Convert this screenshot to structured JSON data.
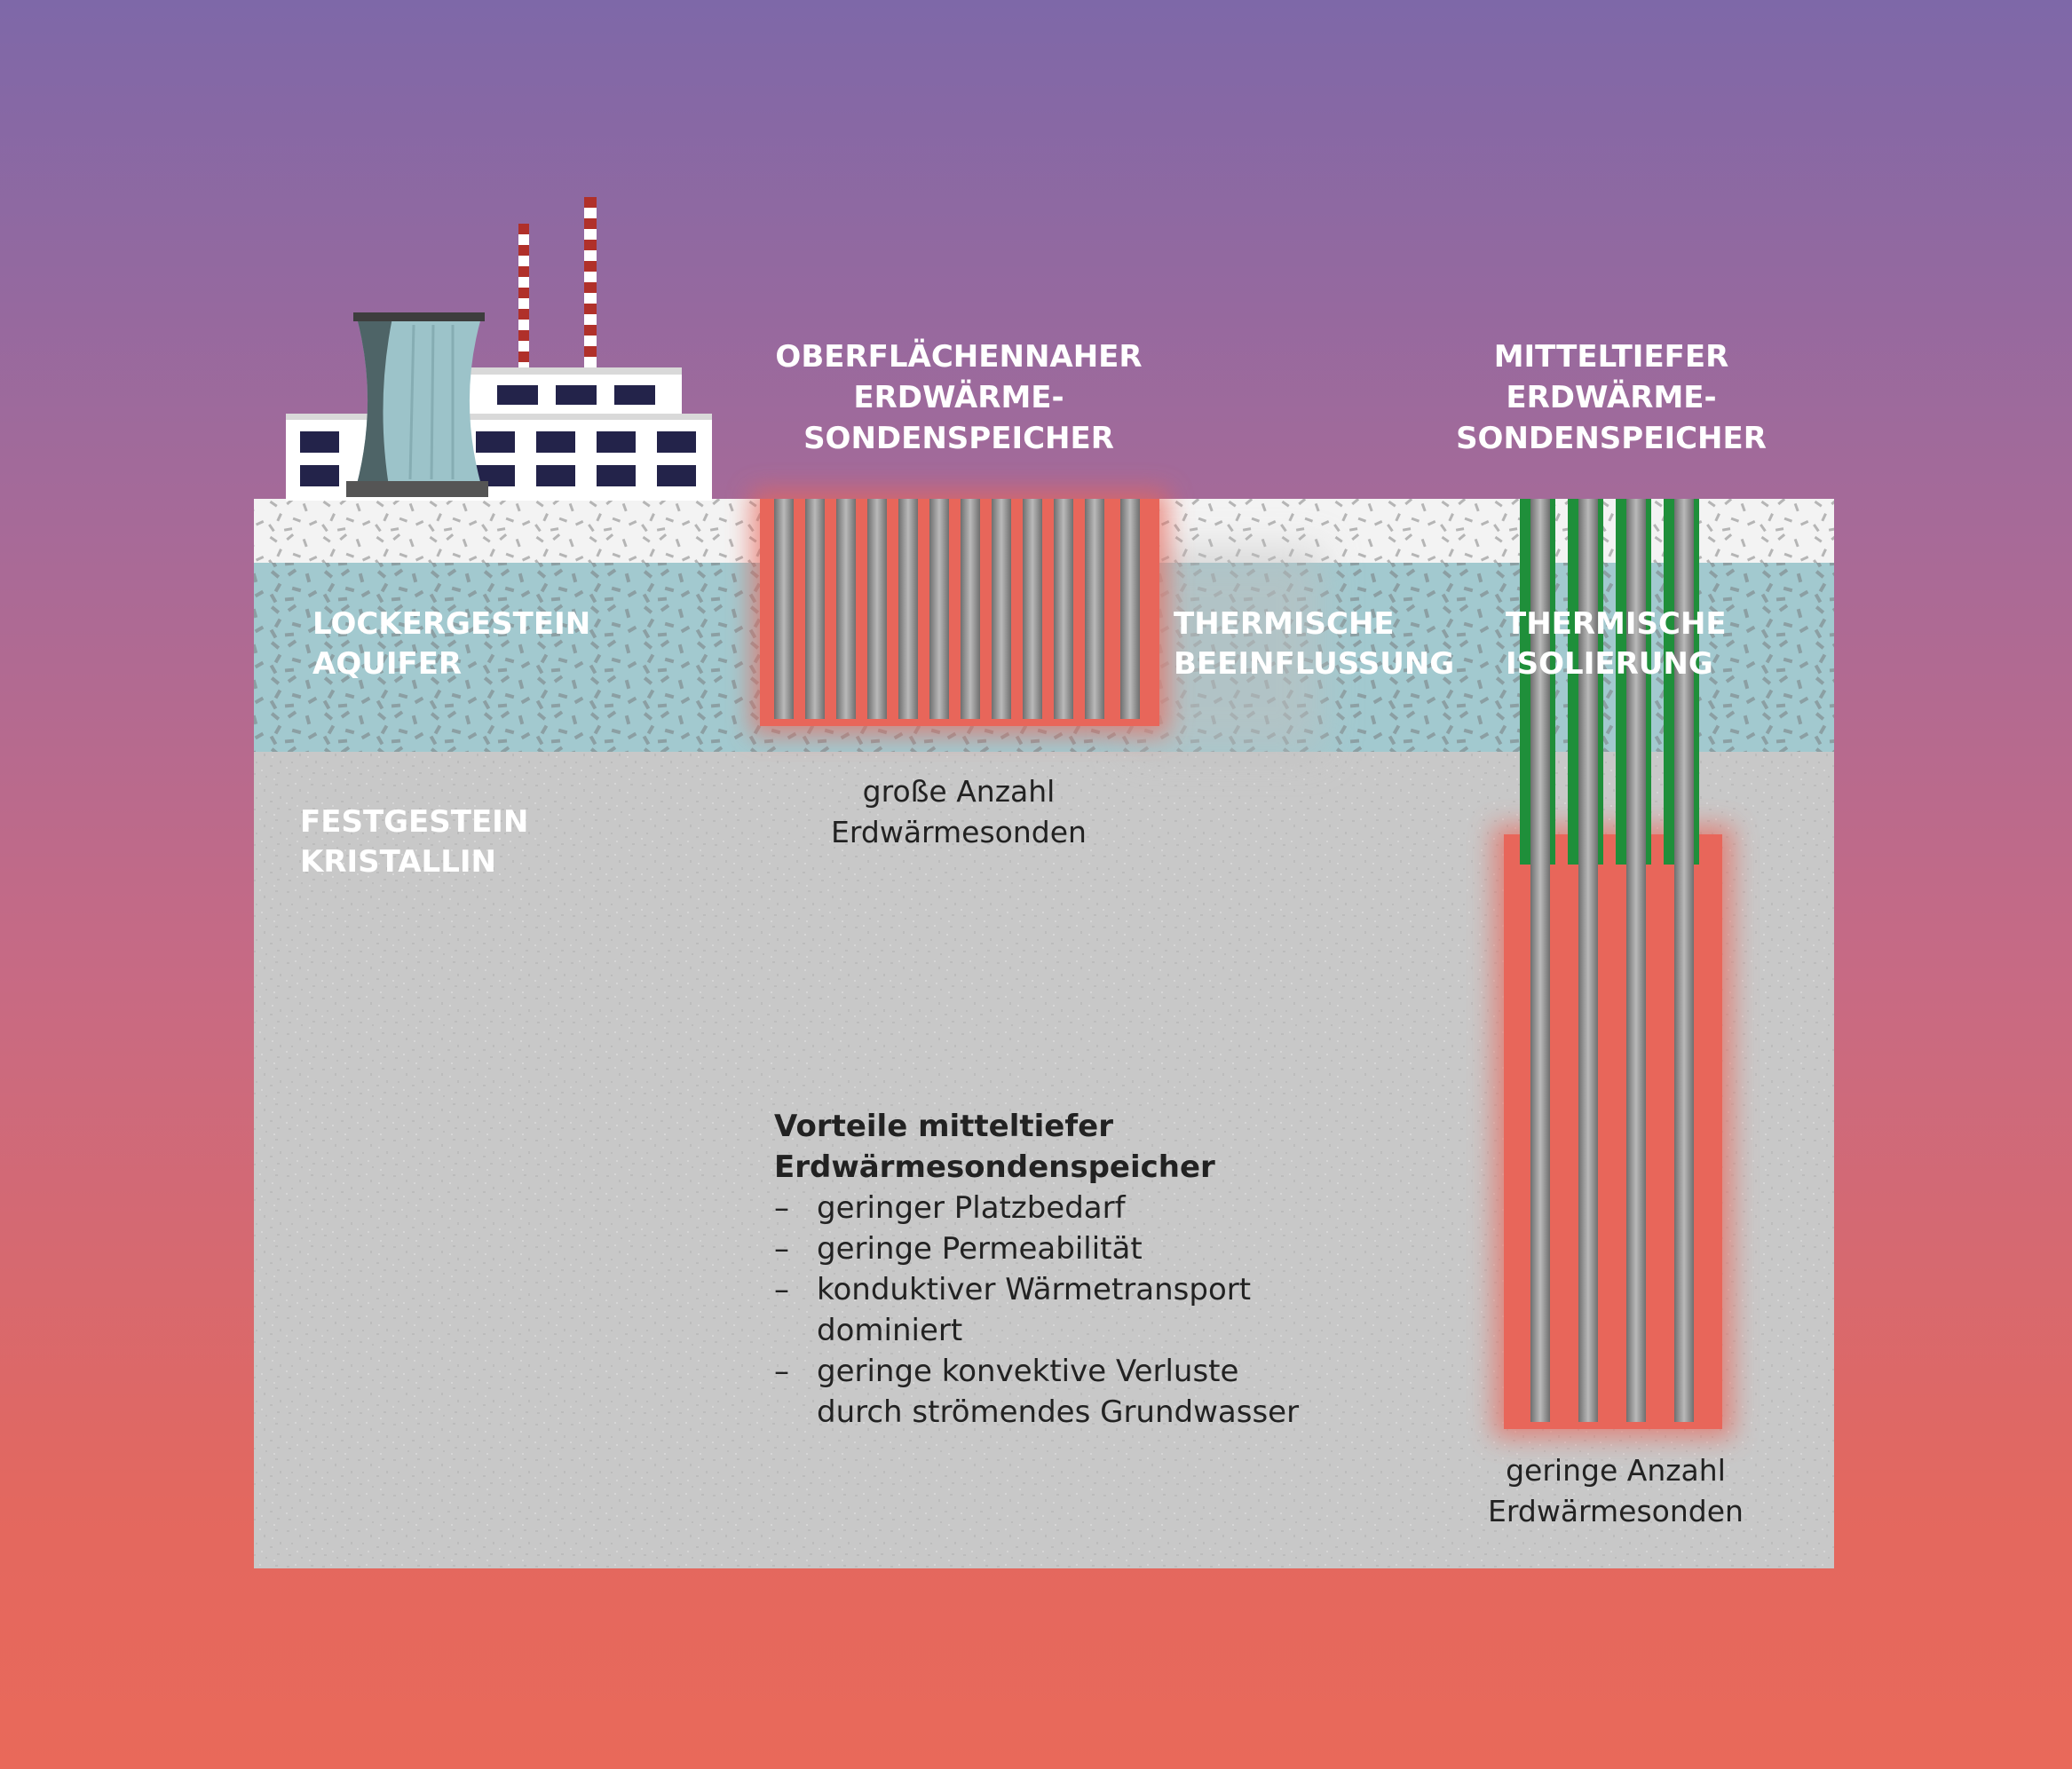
{
  "headings": {
    "shallow": [
      "OBERFLÄCHENNAHER",
      "ERDWÄRME-",
      "SONDENSPEICHER"
    ],
    "medium": [
      "MITTELTIEFER",
      "ERDWÄRME-",
      "SONDENSPEICHER"
    ]
  },
  "layers": {
    "aquifer": [
      "LOCKERGESTEIN",
      "AQUIFER"
    ],
    "bedrock": [
      "FESTGESTEIN",
      "KRISTALLIN"
    ]
  },
  "effects": {
    "thermal_influence": [
      "THERMISCHE",
      "BEEINFLUSSUNG"
    ],
    "thermal_insulation": [
      "THERMISCHE",
      "ISOLIERUNG"
    ]
  },
  "notes": {
    "many_probes": [
      "große Anzahl",
      "Erdwärmesonden"
    ],
    "few_probes": [
      "geringe Anzahl",
      "Erdwärmesonden"
    ]
  },
  "advantages": {
    "title": [
      "Vorteile mitteltiefer",
      "Erdwärmesondenspeicher"
    ],
    "items": [
      [
        "geringer Platzbedarf"
      ],
      [
        "geringe Permeabilität"
      ],
      [
        "konduktiver Wärmetransport",
        "dominiert"
      ],
      [
        "geringe konvektive Verluste",
        "durch strömendes Grundwasser"
      ]
    ],
    "bullet": "–"
  },
  "colors": {
    "background_top": "#7e68a8",
    "background_bottom": "#e9695a",
    "topsoil": "#f2f2f2",
    "aquifer": "#9fc9d0",
    "bedrock": "#c7c7c7",
    "heat_zone": "#e8665a",
    "insulation": "#1f8f3a",
    "probe": "#8e8e8e"
  },
  "icons": {
    "power_plant": "power-plant-icon"
  }
}
